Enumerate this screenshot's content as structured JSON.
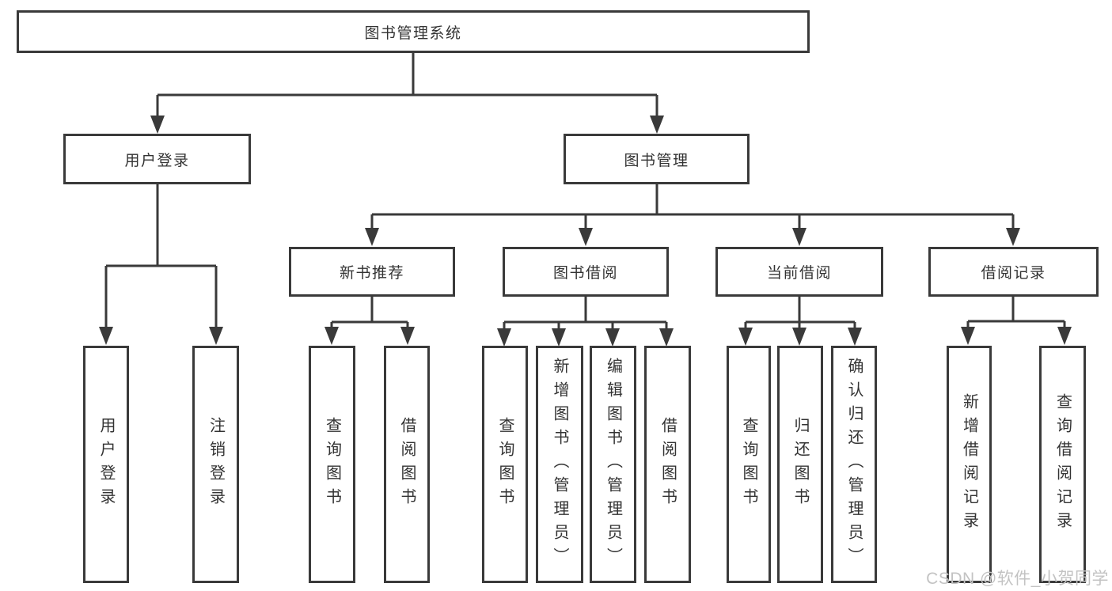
{
  "colors": {
    "line": "#3a3a3a",
    "text": "#333333",
    "box_background": "#ffffff",
    "watermark": "#c3c3c3",
    "page_background": "#ffffff"
  },
  "watermark": {
    "text": "CSDN @软件_小贺同学"
  },
  "tree": {
    "root": {
      "label": "图书管理系统"
    },
    "branches": [
      {
        "label": "用户登录",
        "children": [
          {
            "label": "用户登录"
          },
          {
            "label": "注销登录"
          }
        ]
      },
      {
        "label": "图书管理",
        "groups": [
          {
            "label": "新书推荐",
            "children": [
              {
                "label": "查询图书"
              },
              {
                "label": "借阅图书"
              }
            ]
          },
          {
            "label": "图书借阅",
            "children": [
              {
                "label": "查询图书"
              },
              {
                "label": "新增图书（管理员）"
              },
              {
                "label": "编辑图书（管理员）"
              },
              {
                "label": "借阅图书"
              }
            ]
          },
          {
            "label": "当前借阅",
            "children": [
              {
                "label": "查询图书"
              },
              {
                "label": "归还图书"
              },
              {
                "label": "确认归还（管理员）"
              }
            ]
          },
          {
            "label": "借阅记录",
            "children": [
              {
                "label": "新增借阅记录"
              },
              {
                "label": "查询借阅记录"
              }
            ]
          }
        ]
      }
    ]
  }
}
